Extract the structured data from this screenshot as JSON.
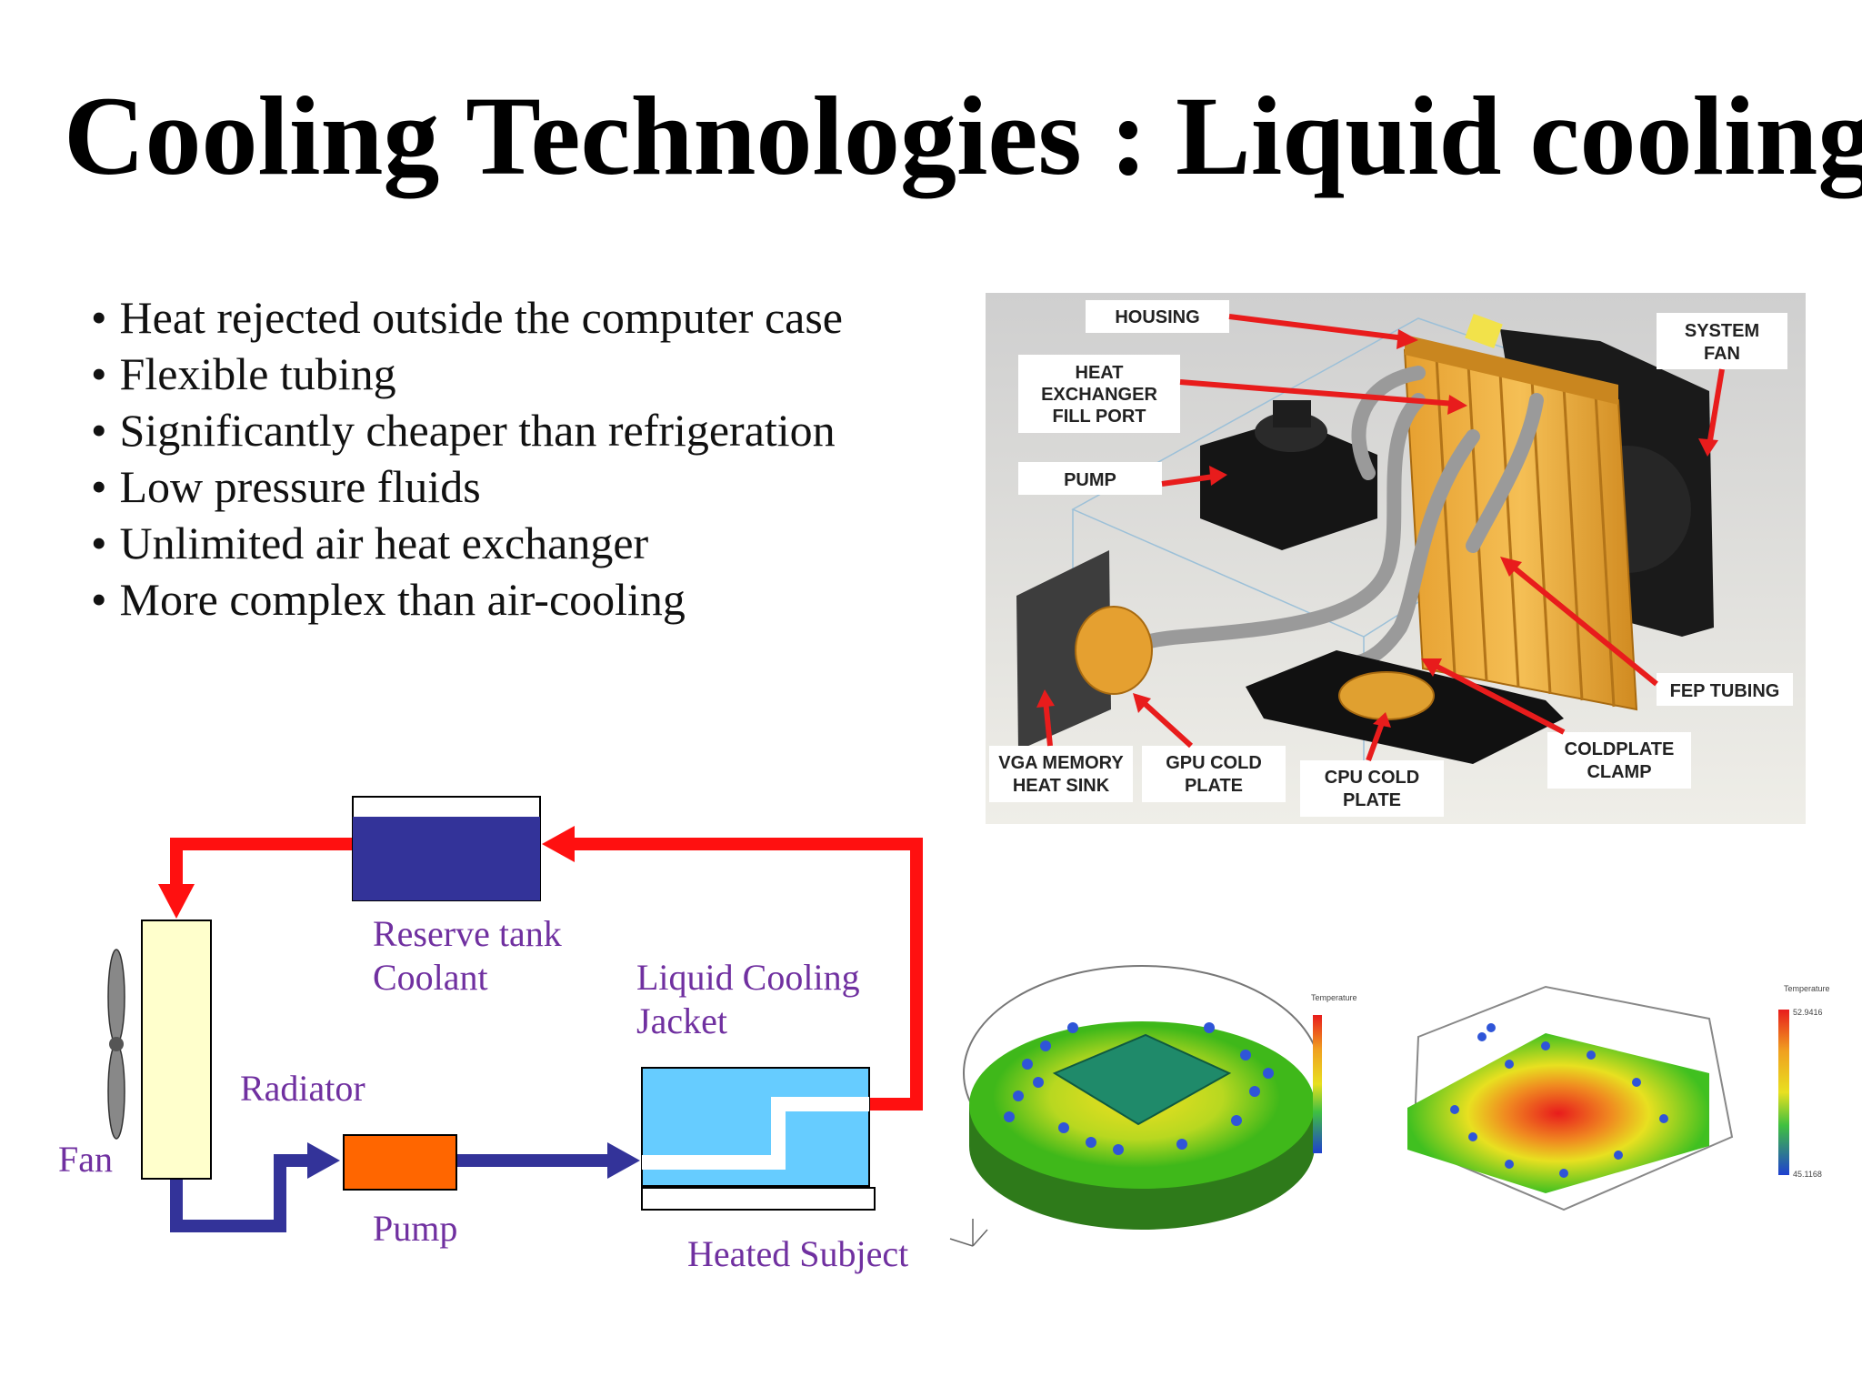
{
  "slide": {
    "title": "Cooling Technologies : Liquid cooling",
    "bullets": [
      "Heat rejected outside the computer case",
      "Flexible tubing",
      "Significantly cheaper than refrigeration",
      "Low pressure fluids",
      "Unlimited air heat exchanger",
      "More complex than air-cooling"
    ]
  },
  "photo": {
    "callouts": {
      "housing": "HOUSING",
      "system_fan": [
        "SYSTEM",
        "FAN"
      ],
      "heat_exchanger": [
        "HEAT",
        "EXCHANGER",
        "FILL PORT"
      ],
      "pump": "PUMP",
      "fep_tubing": "FEP TUBING",
      "coldplate_clamp": [
        "COLDPLATE",
        "CLAMP"
      ],
      "vga_memory": [
        "VGA MEMORY",
        "HEAT SINK"
      ],
      "gpu_cold_plate": [
        "GPU COLD",
        "PLATE"
      ],
      "cpu_cold_plate": [
        "CPU COLD",
        "PLATE"
      ]
    },
    "accent_color": "#e81c1c"
  },
  "diagram": {
    "labels": {
      "reserve_tank": "Reserve tank",
      "coolant": "Coolant",
      "liquid_cooling": "Liquid Cooling",
      "jacket": "Jacket",
      "radiator": "Radiator",
      "fan": "Fan",
      "pump": "Pump",
      "heated_subject": "Heated Subject"
    },
    "colors": {
      "hot_line": "#ff1010",
      "cold_line": "#333399",
      "tank": "#333399",
      "radiator": "#ffffcc",
      "pump": "#ff6600",
      "jacket": "#66ccff",
      "label": "#7030a0"
    }
  },
  "simulation": {
    "legend_title_left": "Temperature",
    "legend_title_right": "Temperature",
    "legend_max": "52.9416",
    "legend_min": "45.1168"
  }
}
